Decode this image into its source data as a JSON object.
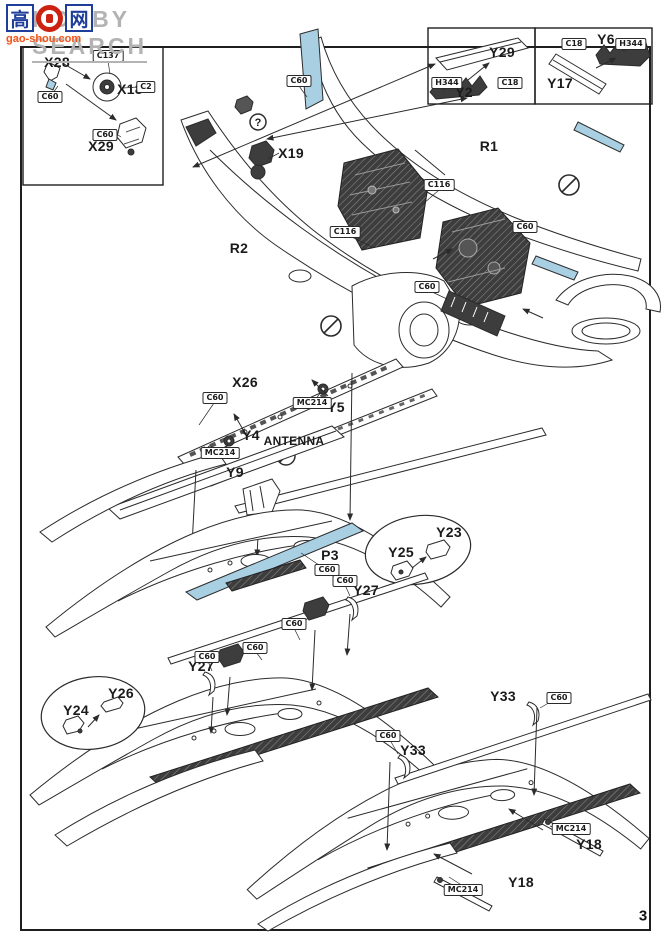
{
  "watermark": {
    "logo_char_1": "高",
    "logo_char_2": "网",
    "brand_text": "HOBBY SEARCH",
    "site": "gao-shou.com"
  },
  "page": {
    "number": "3"
  },
  "symbols": {
    "optional": "?"
  },
  "parts": {
    "x28": "X28",
    "x18": "X18",
    "x29": "X29",
    "y29": "Y29",
    "y2": "Y2",
    "y6": "Y6",
    "y17": "Y17",
    "x19": "X19",
    "r1": "R1",
    "r2": "R2",
    "x26": "X26",
    "y5": "Y5",
    "y4": "Y4",
    "y9": "Y9",
    "antenna": "ANTENNA",
    "p3": "P3",
    "y23": "Y23",
    "y25": "Y25",
    "y27": "Y27",
    "y26": "Y26",
    "y24": "Y24",
    "y33": "Y33",
    "y18": "Y18"
  },
  "callouts": {
    "c60": "C60",
    "c137": "C137",
    "c2": "C2",
    "c18": "C18",
    "h344": "H344",
    "c116": "C116",
    "mc214": "MC214"
  },
  "colors": {
    "highlight_blue": "#a9cfe3",
    "line": "#2b2b2b",
    "watermark_blue": "#1e3e9a",
    "watermark_red": "#cc2211",
    "watermark_orange": "#f0561e",
    "watermark_gray": "#b3b3b3"
  }
}
